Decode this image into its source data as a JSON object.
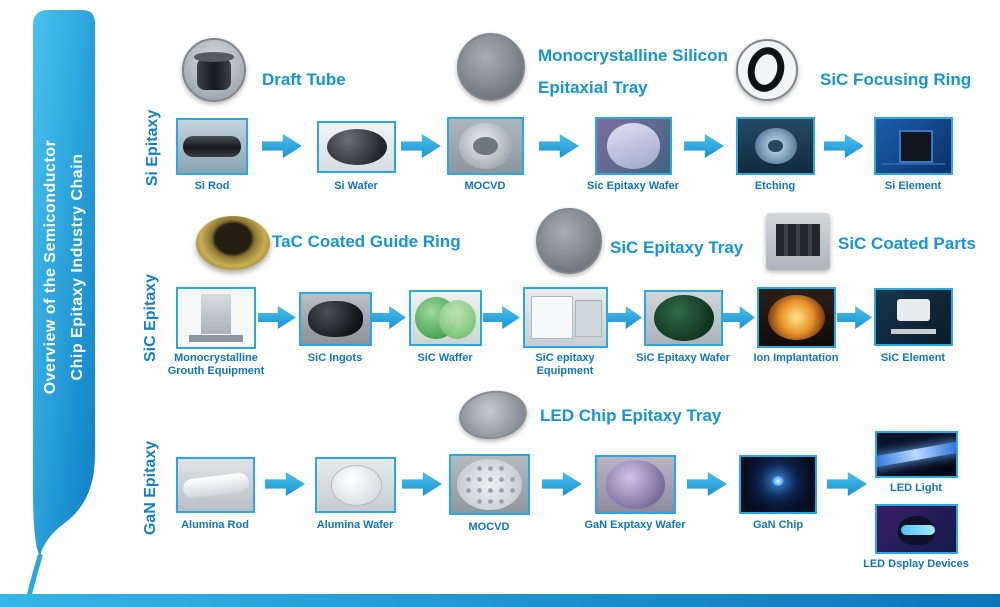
{
  "banner": {
    "line1": "Overview of the Semiconductor",
    "line2": "Chip Epitaxy Industry Chain"
  },
  "colors": {
    "accent_blue": "#2aa9e0",
    "callout_label_blue": "#1695d6",
    "step_label_blue": "#1273be",
    "row_label_blue": "#1280c6"
  },
  "rows": [
    {
      "label": "Si Epitaxy",
      "steps": [
        {
          "label": "Si Rod"
        },
        {
          "label": "Si Wafer"
        },
        {
          "label": "MOCVD"
        },
        {
          "label": "Sic Epitaxy Wafer"
        },
        {
          "label": "Etching"
        },
        {
          "label": "Si Element"
        }
      ],
      "callouts": [
        {
          "label": "Draft Tube"
        },
        {
          "label": "Monocrystalline Silicon Epitaxial Tray"
        },
        {
          "label": "SiC Focusing Ring"
        }
      ]
    },
    {
      "label": "SiC Epitaxy",
      "steps": [
        {
          "label": "Monocrystalline Grouth Equipment"
        },
        {
          "label": "SiC Ingots"
        },
        {
          "label": "SiC Waffer"
        },
        {
          "label": "SiC epitaxy Equipment"
        },
        {
          "label": "SiC Epitaxy Wafer"
        },
        {
          "label": "Ion Implantation"
        },
        {
          "label": "SiC Element"
        }
      ],
      "callouts": [
        {
          "label": "TaC Coated Guide Ring"
        },
        {
          "label": "SiC Epitaxy Tray"
        },
        {
          "label": "SiC Coated Parts"
        }
      ]
    },
    {
      "label": "GaN Epitaxy",
      "steps": [
        {
          "label": "Alumina Rod"
        },
        {
          "label": "Alumina Wafer"
        },
        {
          "label": "MOCVD"
        },
        {
          "label": "GaN Exptaxy Wafer"
        },
        {
          "label": "GaN Chip"
        }
      ],
      "outputs": [
        {
          "label": "LED Light"
        },
        {
          "label": "LED Dsplay Devices"
        }
      ],
      "callouts": [
        {
          "label": "LED Chip Epitaxy Tray"
        }
      ]
    }
  ]
}
